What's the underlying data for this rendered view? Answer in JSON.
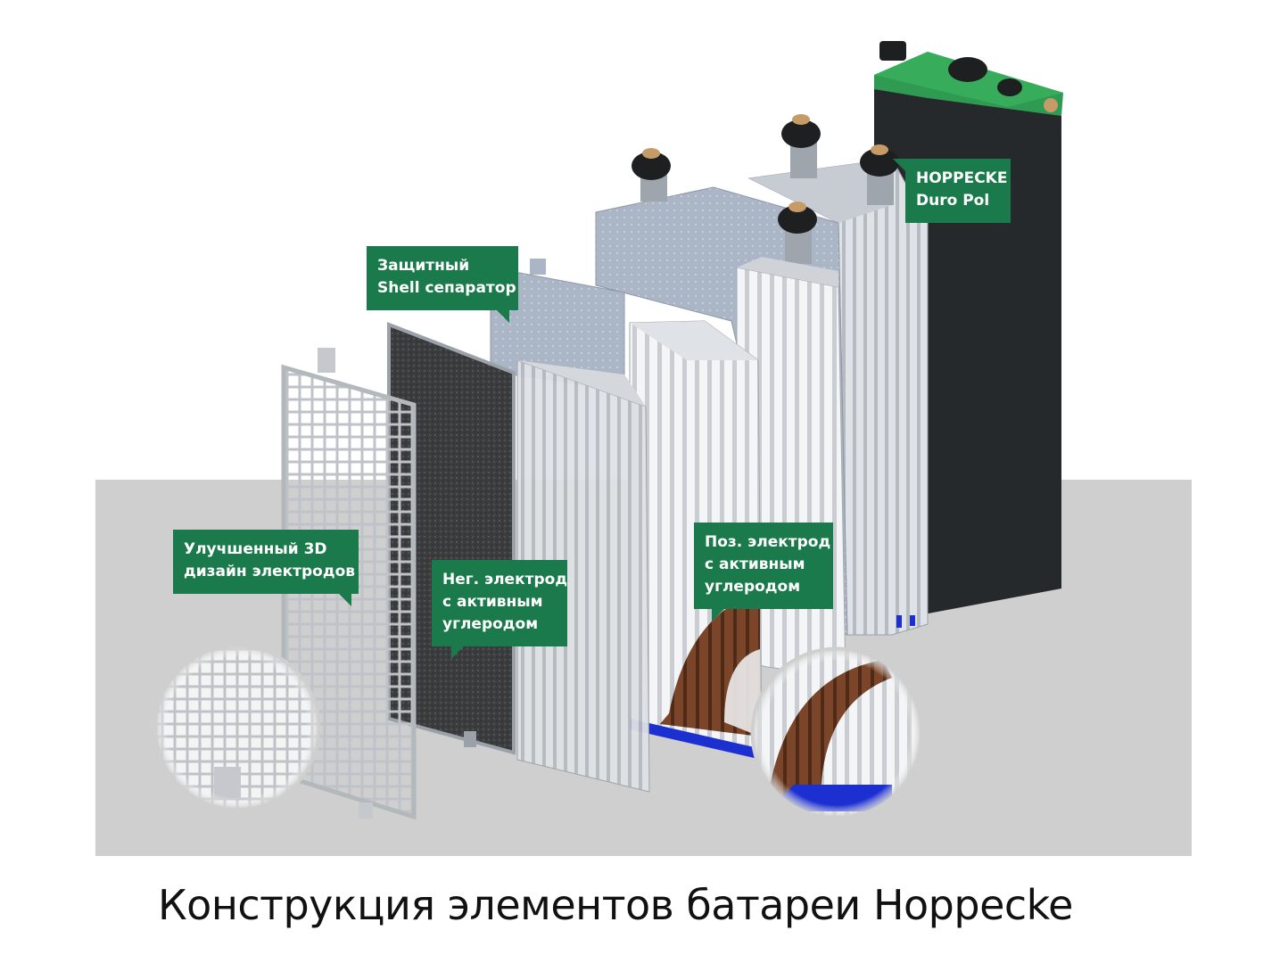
{
  "colors": {
    "callout_bg": "#1b7a4b",
    "floor": "#cfcfcf",
    "case_body": "#26292b",
    "case_lid": "#2f9a52",
    "plate": "#a7b3c6",
    "tube": "#eef0f2",
    "carbon": "#6b3b22",
    "bottom_bar": "#1c2fd0"
  },
  "callouts": {
    "electrode_3d": [
      "Улучшенный 3D",
      "дизайн электродов"
    ],
    "shell_separator": [
      "Защитный",
      "Shell сепаратор"
    ],
    "neg_electrode": [
      "Нег. электрод",
      "с активным",
      "углеродом"
    ],
    "pos_electrode": [
      "Поз. электрод",
      "с активным",
      "углеродом"
    ],
    "duro_pol": [
      "HOPPECKE",
      "Duro Pol"
    ]
  },
  "caption": "Конструкция элементов батареи Hoppecke"
}
